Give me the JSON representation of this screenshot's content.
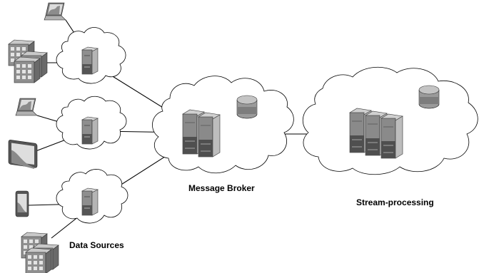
{
  "labels": {
    "data_sources": "Data Sources",
    "message_broker": "Message Broker",
    "stream_processing": "Stream-processing"
  },
  "colors": {
    "cloud_fill": "#ffffff",
    "cloud_stroke": "#000000",
    "link": "#000000",
    "device_light": "#c8c8c8",
    "device_mid": "#9a9a9a",
    "device_dark": "#4a4a4a"
  },
  "icons": {
    "source_devices": [
      "laptop-icon",
      "office-building-icon",
      "laptop-icon",
      "tablet-icon",
      "phone-icon",
      "office-building-icon"
    ],
    "gateway": "server-icon",
    "broker": "server-cluster-icon",
    "storage": "database-icon"
  }
}
